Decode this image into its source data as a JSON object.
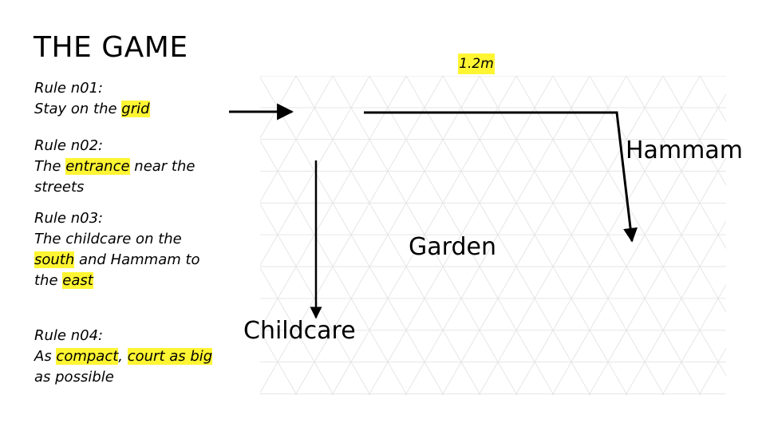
{
  "title": "THE GAME",
  "rules": [
    {
      "heading": "Rule n01:",
      "parts": [
        {
          "text": "Stay on the "
        },
        {
          "text": "grid",
          "highlight": true
        }
      ]
    },
    {
      "heading": "Rule n02:",
      "parts": [
        {
          "text": "The "
        },
        {
          "text": "entrance",
          "highlight": true
        },
        {
          "text": " near the streets"
        }
      ]
    },
    {
      "heading": "Rule n03:",
      "parts": [
        {
          "text": "The childcare on the "
        },
        {
          "text": "south",
          "highlight": true
        },
        {
          "text": " and Hammam to the "
        },
        {
          "text": "east",
          "highlight": true
        }
      ]
    },
    {
      "heading": "Rule n04:",
      "parts": [
        {
          "text": "As "
        },
        {
          "text": "compact",
          "highlight": true
        },
        {
          "text": ", "
        },
        {
          "text": "court as big",
          "highlight": true
        },
        {
          "text": " as possible"
        }
      ]
    }
  ],
  "diagram": {
    "dimension_label": "1.2m",
    "zones": {
      "hammam": "Hammam",
      "garden": "Garden",
      "childcare": "Childcare"
    },
    "grid": {
      "pattern": "triangular",
      "color": "#e6e6e6"
    },
    "colors": {
      "highlight": "#fff533",
      "lines": "#000000"
    }
  }
}
